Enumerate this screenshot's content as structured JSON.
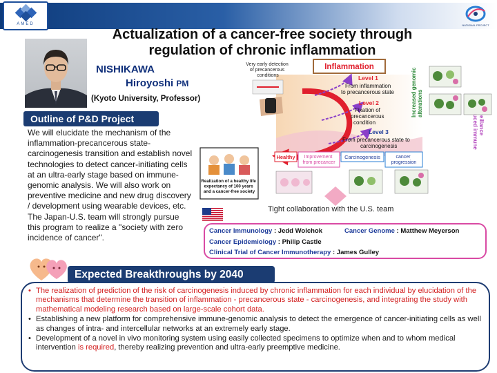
{
  "header": {
    "logo_text": "AMED",
    "partner_logo_text": "NATIONAL PROJECT"
  },
  "title": {
    "line1": "Actualization of a cancer-free society through",
    "line2": "regulation of chronic inflammation"
  },
  "pi": {
    "family_name": "NISHIKAWA",
    "given_name": "Hiroyoshi",
    "role": "PM",
    "affiliation": "(Kyoto University, Professor)"
  },
  "outline": {
    "heading": "Outline of P&D Project",
    "body": "We will elucidate the mechanism of the inflammation-precancerous state-carcinogenesis transition and establish novel technologies to detect cancer-initiating cells at an ultra-early stage based on immune-genomic analysis. We will also work on preventive medicine and new drug discovery / development using wearable devices, etc. The Japan-U.S. team will strongly pursue this program to realize a \"society with zero incidence of cancer\"."
  },
  "diagram": {
    "early_detection": [
      "Very early detection",
      "of precancerous",
      "conditions"
    ],
    "inflammation": "Inflammation",
    "level1_title": "Level 1",
    "level1_text": [
      "From inflammation",
      "to precancerous state"
    ],
    "level2_title": "Level 2",
    "level2_text": [
      "Fixation of",
      "precancerous",
      "condition"
    ],
    "level3_title": "Level 3",
    "level3_text": [
      "From precancerous state to",
      "carcinogenesis"
    ],
    "side_genomic": [
      "Increased genomic",
      "alterations"
    ],
    "side_immune": [
      "Reduced immune",
      "surveillance"
    ],
    "stage_healthy": "Healthy",
    "stage_improvement": [
      "Improvement",
      "from precancer"
    ],
    "stage_carcinogenesis": "Carcinogenesis",
    "stage_progression": [
      "cancer",
      "progression"
    ],
    "society_caption": [
      "Realization of a healthy life",
      "expectancy of 100 years",
      "and a cancer-free society"
    ]
  },
  "collaboration": {
    "heading": "Tight collaboration with the U.S. team",
    "members": [
      {
        "role": "Cancer Immunology",
        "sep": " : ",
        "person": "Jedd Wolchok"
      },
      {
        "role": "Cancer Genome",
        "sep": " : ",
        "person": "Matthew Meyerson"
      },
      {
        "role": "Cancer Epidemiology",
        "sep": " : ",
        "person": "Philip Castle"
      },
      {
        "role": "Clinical Trial of Cancer Immunotherapy",
        "sep": " : ",
        "person": "James Gulley"
      }
    ]
  },
  "breakthroughs": {
    "heading": "Expected Breakthroughs by 2040",
    "item1": "The realization of prediction of the risk of carcinogenesis induced by chronic inflammation for each individual by elucidation of the mechanisms that determine the transition of inflammation - precancerous state - carcinogenesis, and integrating the study with mathematical modeling research based on large-scale cohort data.",
    "item2": "Establishing a new platform for comprehensive immune-genomic analysis to detect the emergence of cancer-initiating cells as well as changes of intra- and intercellular networks at an extremely early stage.",
    "item3_a": "Development of a novel in vivo monitoring system using easily collected specimens to optimize when and to whom medical intervention ",
    "item3_b": "is required",
    "item3_c": ", thereby realizing prevention and ultra-early preemptive medicine."
  },
  "colors": {
    "navy": "#1b3c72",
    "red_text": "#d21f1f",
    "magenta": "#d94aa4"
  }
}
